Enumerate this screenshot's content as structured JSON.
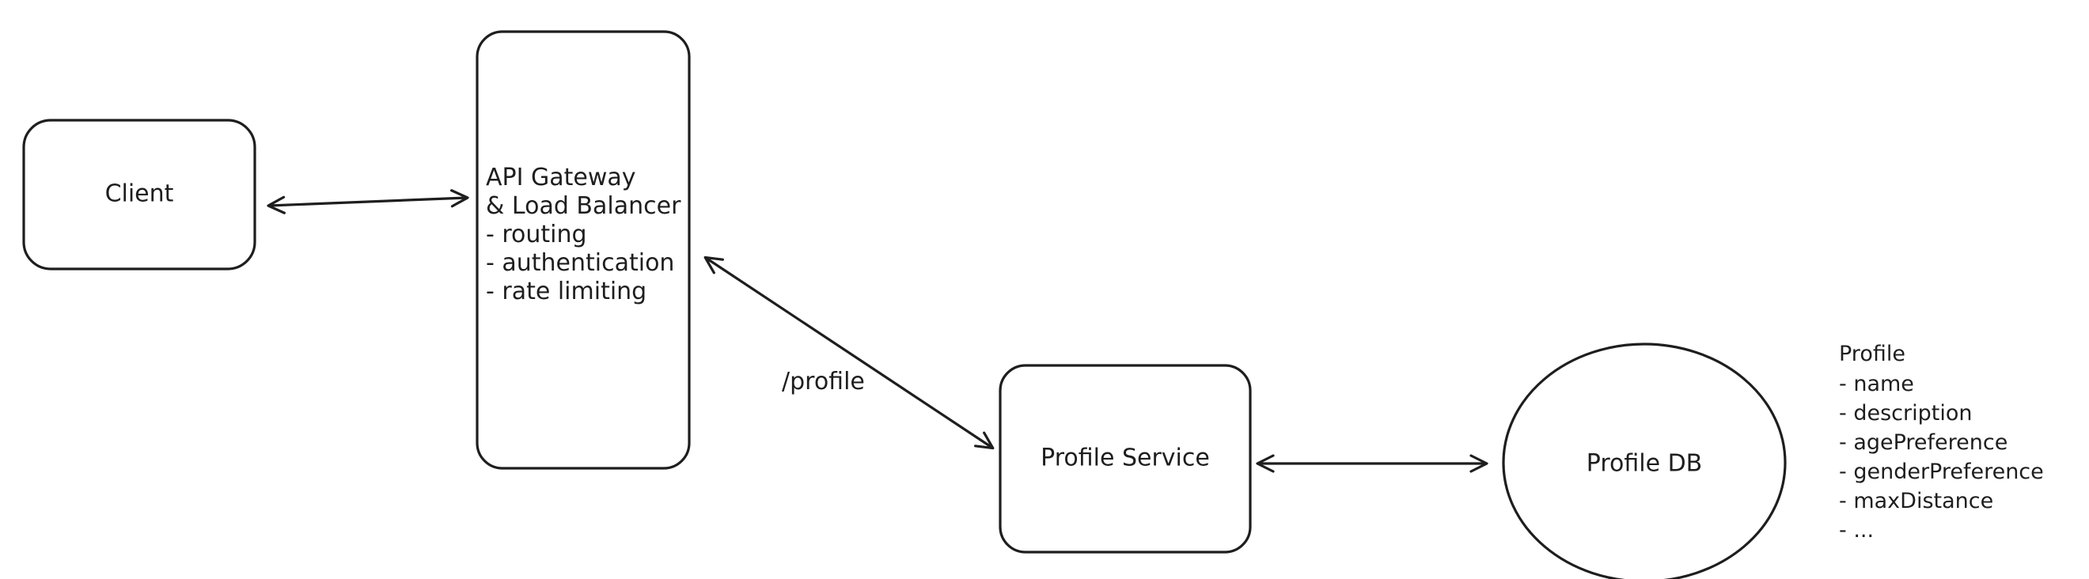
{
  "nodes": {
    "client": {
      "label": "Client"
    },
    "gateway": {
      "lines": [
        "API Gateway",
        "& Load Balancer",
        "- routing",
        "- authentication",
        "- rate limiting"
      ]
    },
    "profile_service": {
      "label": "Profile Service"
    },
    "profile_db": {
      "label": "Profile DB"
    }
  },
  "edges": {
    "gateway_to_service": {
      "label": "/profile"
    }
  },
  "schema": {
    "title": "Profile",
    "fields": [
      "- name",
      "- description",
      "- agePreference",
      "- genderPreference",
      "- maxDistance",
      "- ..."
    ]
  }
}
